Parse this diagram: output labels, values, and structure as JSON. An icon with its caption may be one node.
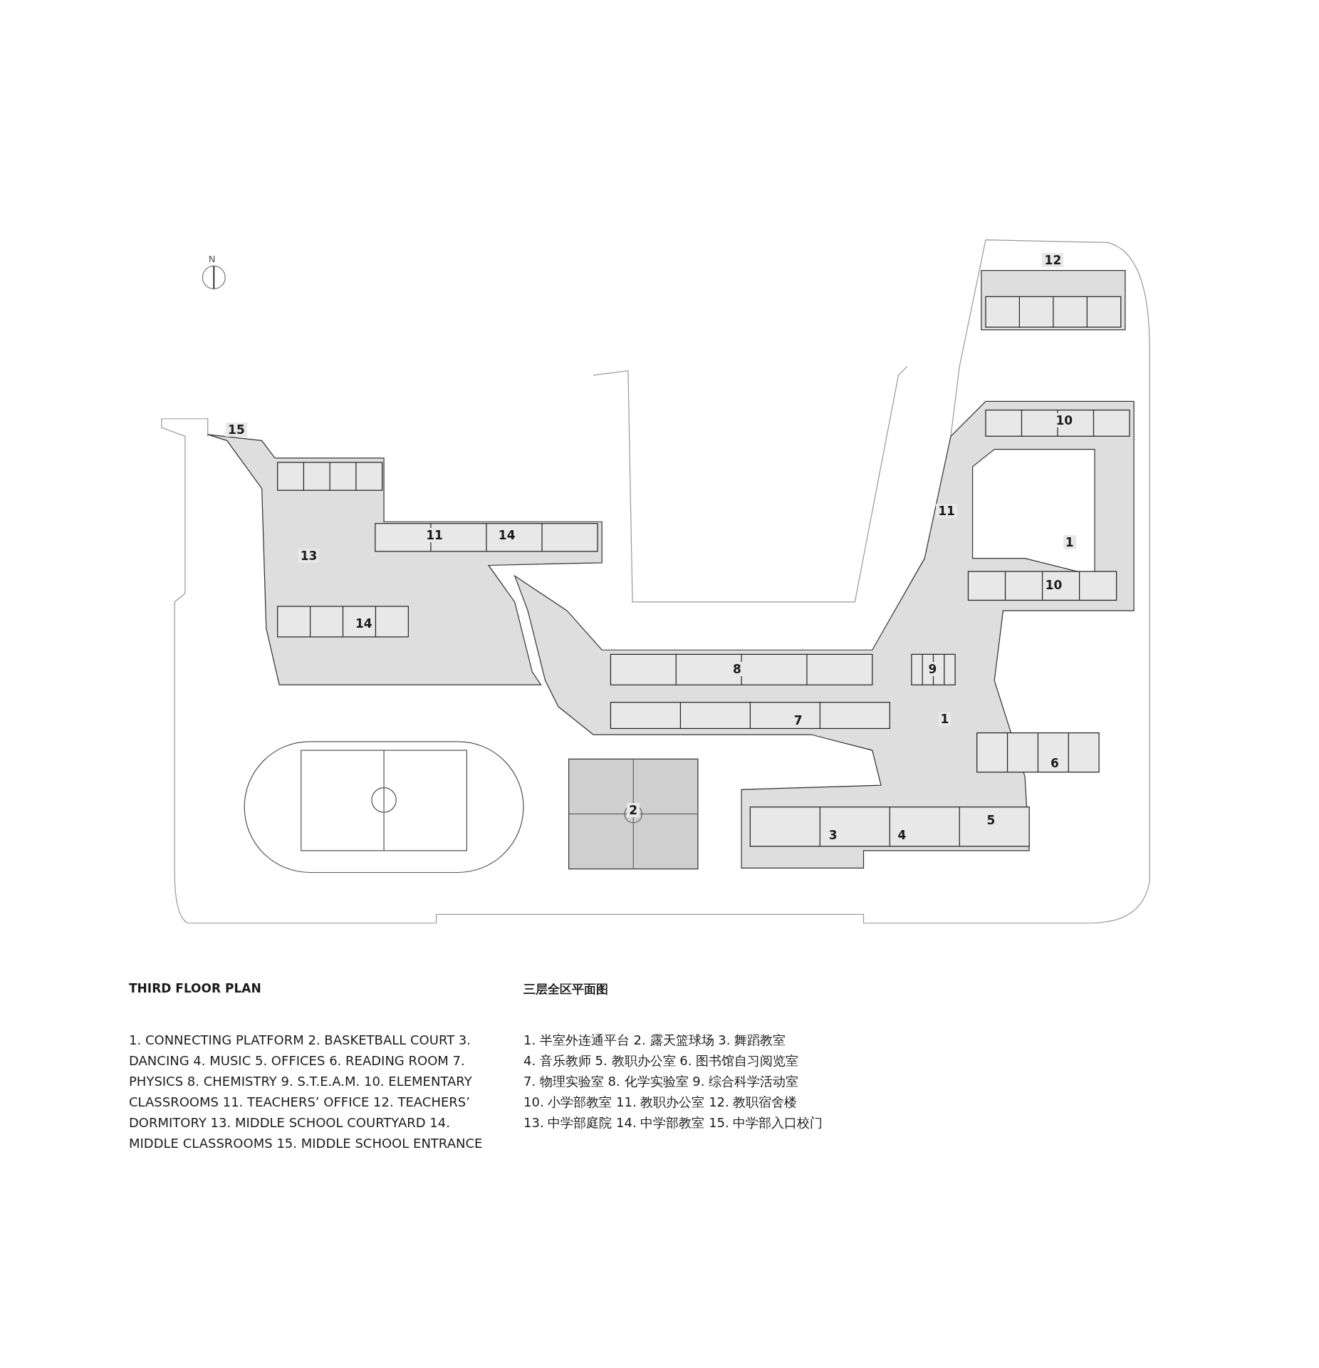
{
  "diagram": {
    "title": "THIRD FLOOR PLAN",
    "labels": [
      "N",
      "12",
      "15",
      "10",
      "11",
      "14",
      "11",
      "1",
      "13",
      "10",
      "14",
      "8",
      "9",
      "7",
      "1",
      "6",
      "2",
      "3",
      "4",
      "5",
      "三层全区平面图",
      "1. CONNECTING PLATFORM 2. BASKETBALL COURT 3. DANCING 4. MUSIC 5. OFFICES 6. READING ROOM 7. PHYSICS 8. CHEMISTRY 9. S.T.E.A.M. 10. ELEMENTARY CLASSROOMS 11. TEACHERS’ OFFICE 12. TEACHERS’ DORMITORY 13. MIDDLE SCHOOL COURTYARD 14. MIDDLE CLASSROOMS 15. MIDDLE SCHOOL ENTRANCE",
      "1. 半室外连通平台 2. 露天篮球场 3. 舞蹈教室",
      "4. 音乐教师 5. 教职办公室 6. 图书馆自习阅览室",
      "7. 物理实验室 8. 化学实验室 9. 综合科学活动室",
      "10. 小学部教室 11. 教职办公室 12. 教职宿舍楼",
      "13. 中学部庭院 14. 中学部教室 15. 中学部入口校门"
    ]
  }
}
